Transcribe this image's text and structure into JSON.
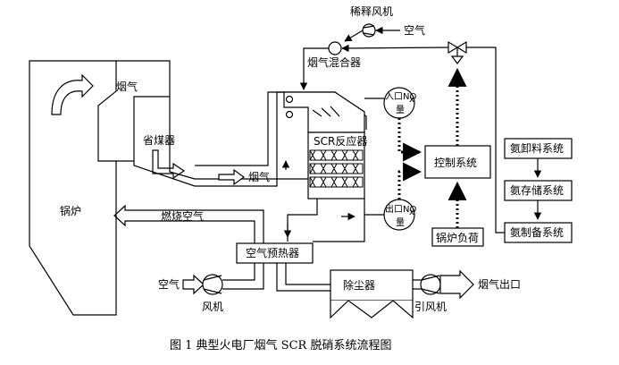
{
  "labels": {
    "dilution_fan": "稀释风机",
    "air_top": "空气",
    "flue_mixer": "烟气混合器",
    "flue_gas_boiler": "烟气",
    "economizer": "省煤器",
    "flue_gas_mid": "烟气",
    "scr_reactor": "SCR反应器",
    "inlet_nox_1": "入口NO",
    "inlet_nox_2": "量",
    "outlet_nox_1": "出口NO",
    "outlet_nox_2": "量",
    "nox_sub": "x",
    "control_system": "控制系统",
    "boiler_load": "锅炉负荷",
    "ammonia_unload": "氨卸料系统",
    "ammonia_storage": "氨存储系统",
    "ammonia_prep": "氨制备系统",
    "boiler": "锅炉",
    "combustion_air": "燃烧空气",
    "air_preheater": "空气预热器",
    "air_left": "空气",
    "fan": "风机",
    "dust_collector": "除尘器",
    "id_fan": "引风机",
    "flue_gas_outlet": "烟气出口"
  },
  "caption": "图 1  典型火电厂烟气 SCR 脱硝系统流程图"
}
